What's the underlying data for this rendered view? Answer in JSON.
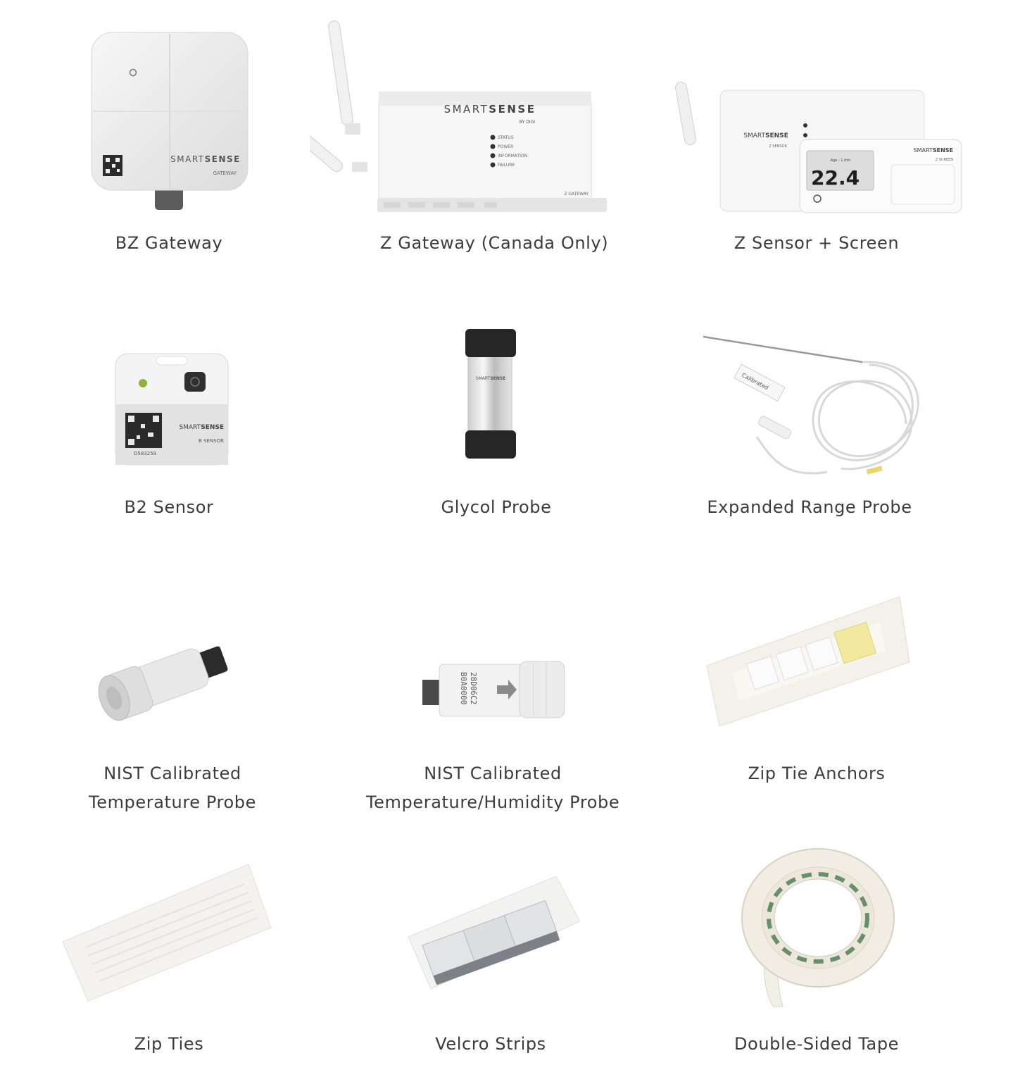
{
  "brand": {
    "wordmark_light": "SMART",
    "wordmark_bold": "SENSE",
    "by_line": "BY DIGI"
  },
  "items": [
    {
      "caption": [
        "BZ Gateway"
      ],
      "device_label": "GATEWAY"
    },
    {
      "caption": [
        "Z Gateway (Canada Only)"
      ],
      "device_label": "Z GATEWAY",
      "leds": [
        "STATUS",
        "POWER",
        "INFORMATION",
        "FAILURE"
      ]
    },
    {
      "caption": [
        "Z Sensor + Screen"
      ],
      "device_label": "Z SENSOR",
      "screen_label": "Z SCREEN",
      "screen_reading": "22.4",
      "screen_age": "Age - 1 min"
    },
    {
      "caption": [
        "B2 Sensor"
      ],
      "device_label": "B SENSOR",
      "serial": "D583259"
    },
    {
      "caption": [
        "Glycol Probe"
      ]
    },
    {
      "caption": [
        "Expanded Range Probe"
      ],
      "tag_label": "Calibrated"
    },
    {
      "caption": [
        "NIST Calibrated",
        "Temperature Probe"
      ]
    },
    {
      "caption": [
        "NIST Calibrated",
        "Temperature/Humidity Probe"
      ],
      "probe_code": [
        "28D06C2",
        "B0A0000"
      ]
    },
    {
      "caption": [
        "Zip Tie Anchors"
      ]
    },
    {
      "caption": [
        "Zip Ties"
      ]
    },
    {
      "caption": [
        "Velcro Strips"
      ]
    },
    {
      "caption": [
        "Double-Sided Tape"
      ]
    }
  ]
}
